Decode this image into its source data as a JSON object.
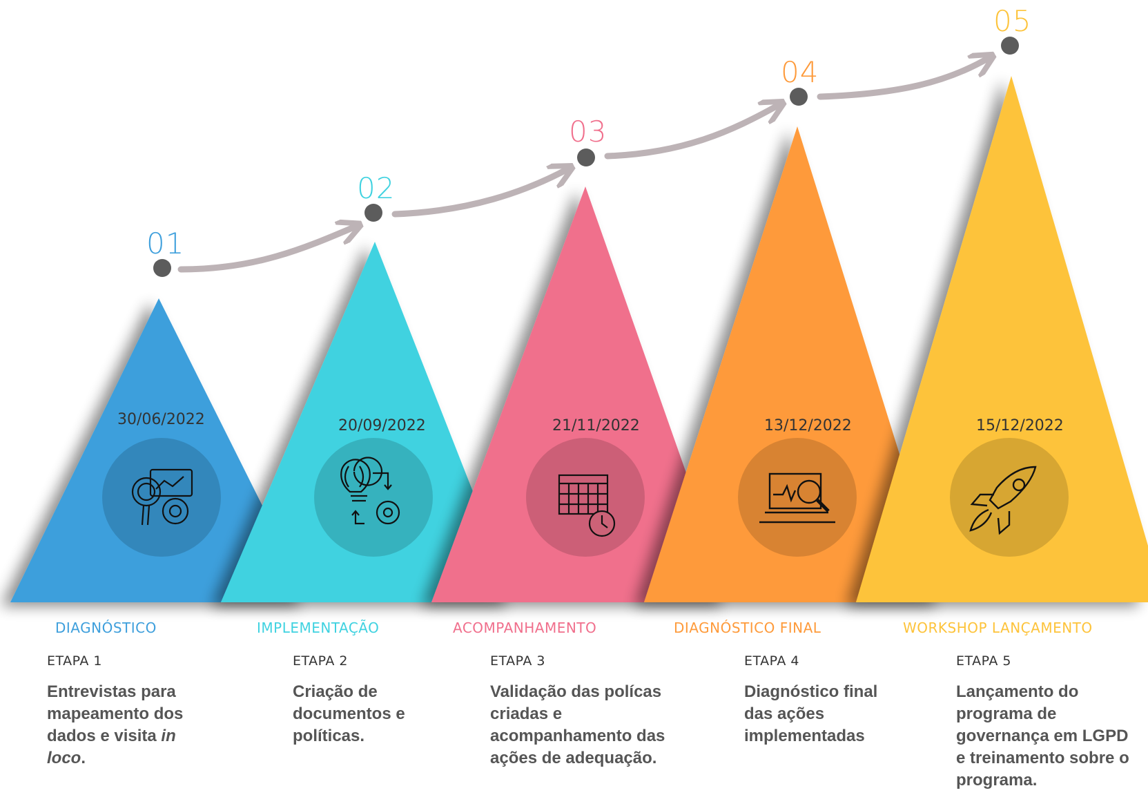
{
  "colors": {
    "step1": "#3E9FDC",
    "step2": "#3FD2E0",
    "step3": "#F06F8C",
    "step4": "#FE9A3A",
    "step5": "#FDC33A",
    "arrow": "#BDB3B6",
    "dot": "#5C5C5C"
  },
  "steps": [
    {
      "number": "01",
      "date": "30/06/2022",
      "title": "DIAGNÓSTICO",
      "etapa": "ETAPA 1",
      "desc_lines": [
        "Entrevistas para",
        "mapeamento dos",
        "dados e visita"
      ],
      "desc_italic_a": "in",
      "desc_italic_b": "loco",
      "desc_tail": ".",
      "icon": "data-analysis-gears-icon"
    },
    {
      "number": "02",
      "date": "20/09/2022",
      "title": "IMPLEMENTAÇÃO",
      "etapa": "ETAPA 2",
      "desc_lines": [
        "Criação de",
        "documentos e",
        "políticas."
      ],
      "icon": "lightbulb-gear-icon"
    },
    {
      "number": "03",
      "date": "21/11/2022",
      "title": "ACOMPANHAMENTO",
      "etapa": "ETAPA 3",
      "desc_lines": [
        "Validação das polícas",
        "criadas e",
        "acompanhamento das",
        "ações de adequação."
      ],
      "icon": "calendar-clock-icon"
    },
    {
      "number": "04",
      "date": "13/12/2022",
      "title": "DIAGNÓSTICO FINAL",
      "etapa": "ETAPA 4",
      "desc_lines": [
        "Diagnóstico final",
        "das ações",
        "implementadas"
      ],
      "icon": "laptop-magnifier-icon"
    },
    {
      "number": "05",
      "date": "15/12/2022",
      "title": "WORKSHOP LANÇAMENTO",
      "etapa": "ETAPA 5",
      "desc_lines": [
        "Lançamento do",
        "programa de",
        "governança em LGPD",
        "e treinamento sobre o",
        "programa."
      ],
      "icon": "rocket-icon"
    }
  ]
}
